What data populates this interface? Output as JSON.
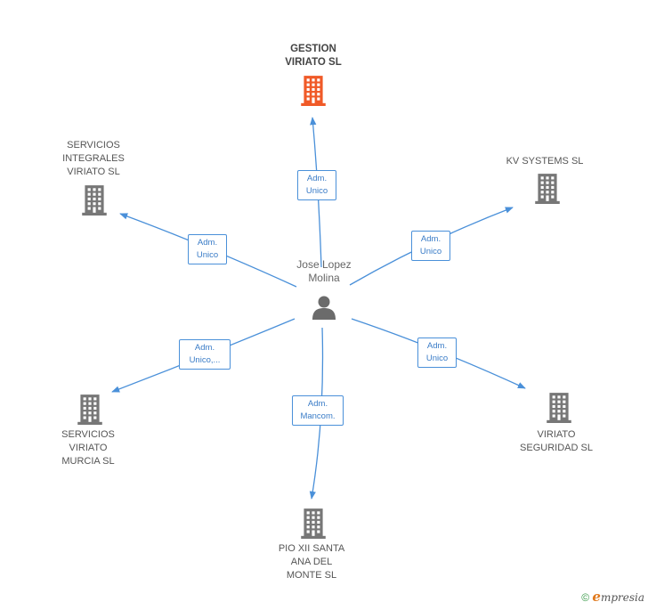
{
  "colors": {
    "edge": "#4a90d9",
    "building": "#777777",
    "building_main": "#f05a28",
    "person": "#6b6b6b"
  },
  "center": {
    "label": "Jose Lopez\nMolina",
    "icon": "person-icon"
  },
  "companies": [
    {
      "id": "gestion-viriato",
      "label": "GESTION\nVIRIATO SL",
      "main": true,
      "icon": "building-icon"
    },
    {
      "id": "servicios-integrales",
      "label": "SERVICIOS\nINTEGRALES\nVIRIATO SL",
      "main": false,
      "icon": "building-icon"
    },
    {
      "id": "kv-systems",
      "label": "KV SYSTEMS SL",
      "main": false,
      "icon": "building-icon"
    },
    {
      "id": "servicios-murcia",
      "label": "SERVICIOS\nVIRIATO\nMURCIA SL",
      "main": false,
      "icon": "building-icon"
    },
    {
      "id": "viriato-seguridad",
      "label": "VIRIATO\nSEGURIDAD SL",
      "main": false,
      "icon": "building-icon"
    },
    {
      "id": "pio-xii",
      "label": "PIO XII SANTA\nANA DEL\nMONTE  SL",
      "main": false,
      "icon": "building-icon"
    }
  ],
  "relations": [
    {
      "to": "gestion-viriato",
      "label": "Adm.\nUnico"
    },
    {
      "to": "servicios-integrales",
      "label": "Adm.\nUnico"
    },
    {
      "to": "kv-systems",
      "label": "Adm.\nUnico"
    },
    {
      "to": "servicios-murcia",
      "label": "Adm.\nUnico,..."
    },
    {
      "to": "viriato-seguridad",
      "label": "Adm.\nUnico"
    },
    {
      "to": "pio-xii",
      "label": "Adm.\nMancom."
    }
  ],
  "footer": {
    "copyright": "©",
    "brand_initial": "e",
    "brand_rest": "mpresia"
  }
}
